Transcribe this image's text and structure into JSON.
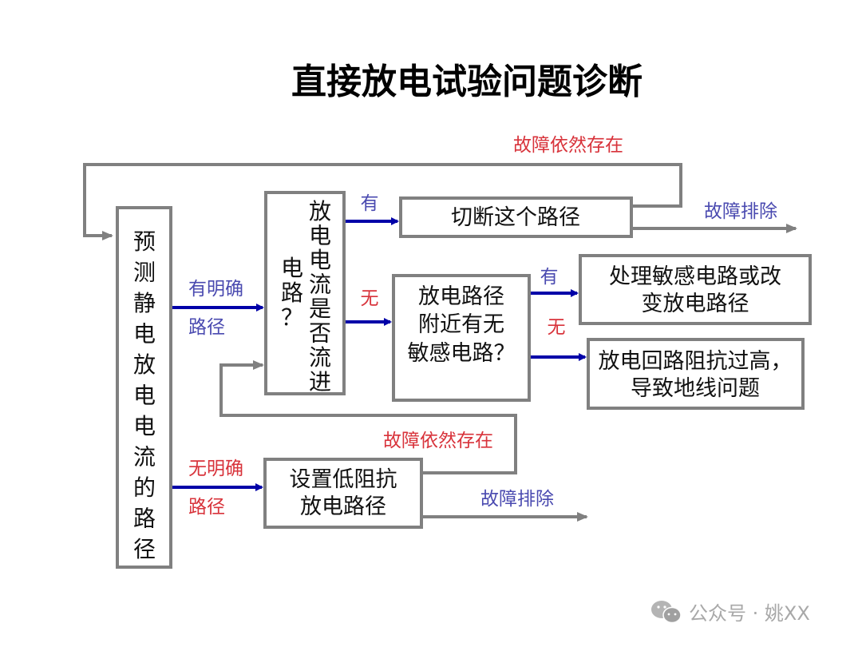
{
  "title": "直接放电试验问题诊断",
  "colors": {
    "box_border": "#808080",
    "arrow_blue": "#0000a8",
    "label_blue": "#4a4ab0",
    "label_red": "#d8333b",
    "text": "#111111",
    "watermark": "#a8a8a8"
  },
  "nodes": {
    "predict": {
      "lines": [
        "预",
        "测",
        "静",
        "电",
        "放",
        "电",
        "电",
        "流",
        "的",
        "路",
        "径"
      ]
    },
    "flow_check": {
      "col_right": [
        "放",
        "电",
        "电",
        "流",
        "是",
        "否",
        "流",
        "进"
      ],
      "col_left": [
        "电",
        "路",
        "？"
      ]
    },
    "cut_path": {
      "lines": [
        "切断这个路径"
      ]
    },
    "sensitive_check": {
      "lines": [
        "放电路径",
        "附近有无",
        "敏感电路？"
      ]
    },
    "handle_sensitive": {
      "lines": [
        "处理敏感电路或改",
        "变放电路径"
      ]
    },
    "high_impedance": {
      "lines": [
        "放电回路阻抗过高，",
        "导致地线问题"
      ]
    },
    "low_impedance": {
      "lines": [
        "设置低阻抗",
        "放电路径"
      ]
    }
  },
  "labels": {
    "fault_persists_top": "故障依然存在",
    "fault_cleared_top": "故障排除",
    "yes_top": "有",
    "no_mid": "无",
    "yes_right": "有",
    "no_right": "无",
    "clear_path_l1": "有明确",
    "clear_path_l2": "路径",
    "unclear_path_l1": "无明确",
    "unclear_path_l2": "路径",
    "fault_persists_bottom": "故障依然存在",
    "fault_cleared_bottom": "故障排除"
  },
  "watermark": {
    "text": "公众号 · 姚XX",
    "icon": "wechat-icon"
  }
}
